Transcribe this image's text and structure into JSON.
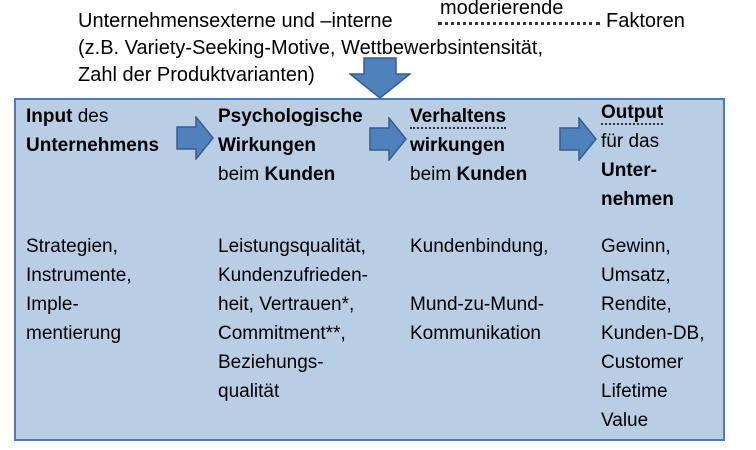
{
  "header": {
    "line1_pre": "Unternehmensexterne und –interne ",
    "moderating_word": "moderierende",
    "line1_post": "Faktoren",
    "line2": "(z.B. Variety-Seeking-Motive, Wettbewerbsintensität,",
    "line3": "Zahl der Produktvarianten)"
  },
  "columns": [
    {
      "heading_parts": [
        {
          "text": "Input",
          "style": "b"
        },
        {
          "text": " des",
          "style": ""
        },
        {
          "br": true
        },
        {
          "text": "Unternehmens",
          "style": "b"
        }
      ],
      "items": [
        "Strategien,",
        "Instrumente,",
        "Imple-",
        "mentierung"
      ]
    },
    {
      "heading_parts": [
        {
          "text": "Psychologische",
          "style": "b"
        },
        {
          "br": true
        },
        {
          "text": "Wirkungen",
          "style": "b"
        },
        {
          "br": true
        },
        {
          "text": "beim ",
          "style": ""
        },
        {
          "text": "Kunden",
          "style": "b"
        }
      ],
      "items": [
        "Leistungsqualität,",
        "Kundenzufrieden-",
        "heit, Vertrauen*,",
        "Commitment**,",
        "Beziehungs-",
        "qualität"
      ]
    },
    {
      "heading_parts": [
        {
          "text": "Verhaltens",
          "style": "ul"
        },
        {
          "br": true
        },
        {
          "text": "wirkungen",
          "style": "b"
        },
        {
          "br": true
        },
        {
          "text": "beim ",
          "style": ""
        },
        {
          "text": "Kunden",
          "style": "b"
        }
      ],
      "items": [
        "Kundenbindung,",
        "",
        "Mund-zu-Mund-",
        "Kommunikation"
      ]
    },
    {
      "heading_parts": [
        {
          "text": "Output",
          "style": "ul"
        },
        {
          "br": true
        },
        {
          "text": "für das",
          "style": ""
        },
        {
          "br": true
        },
        {
          "text": "Unter-",
          "style": "b"
        },
        {
          "br": true
        },
        {
          "text": "nehmen",
          "style": "b"
        }
      ],
      "items": [
        "Gewinn,",
        "Umsatz,",
        "Rendite,",
        "Kunden-DB,",
        "Customer",
        "Lifetime",
        "Value"
      ]
    }
  ],
  "colors": {
    "box_fill": "#b9cde5",
    "box_border": "#4a7ab8",
    "arrow_fill": "#4f81bd",
    "arrow_stroke": "#385d8a"
  }
}
